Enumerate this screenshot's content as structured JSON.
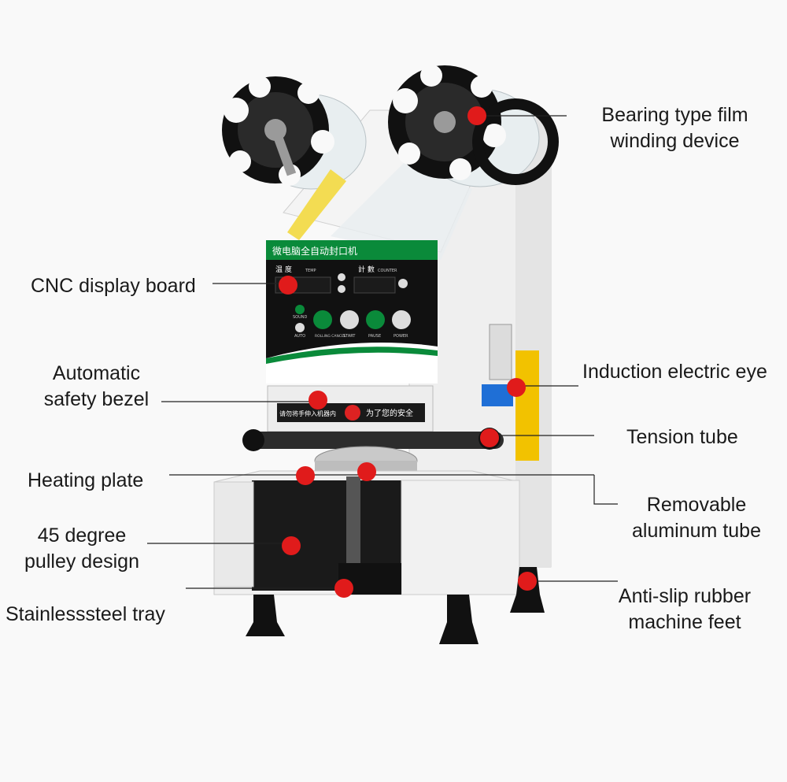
{
  "labels": {
    "film_winding": [
      "Bearing type film",
      "winding device"
    ],
    "cnc_display": [
      "CNC display board"
    ],
    "safety_bezel": [
      "Automatic",
      "safety bezel"
    ],
    "electric_eye": [
      "Induction electric eye"
    ],
    "tension_tube": [
      "Tension tube"
    ],
    "heating_plate": [
      "Heating plate"
    ],
    "aluminum_tube": [
      "Removable",
      "aluminum tube"
    ],
    "pulley": [
      "45 degree",
      "pulley design"
    ],
    "tray": [
      "Stainlesssteel tray"
    ],
    "feet": [
      "Anti-slip rubber",
      "machine feet"
    ]
  },
  "panel": {
    "title": "微电脑全自动封口机",
    "temp_cn": "温 度",
    "temp_en": "TEMP",
    "count_cn": "計 數",
    "count_en": "COUNTER",
    "sound": "SOUND",
    "auto": "AUTO",
    "rolling": "ROLLING CANCEL",
    "start": "START",
    "pause": "PAUSE",
    "power": "POWER",
    "warning": "为了您的安全",
    "warning_left": "请勿将手伸入机器内"
  },
  "colors": {
    "dot": "#e01b1b",
    "panel_green": "#0a8a3a",
    "warning_yellow": "#f2c200",
    "eye_blue": "#1f6fd6"
  }
}
